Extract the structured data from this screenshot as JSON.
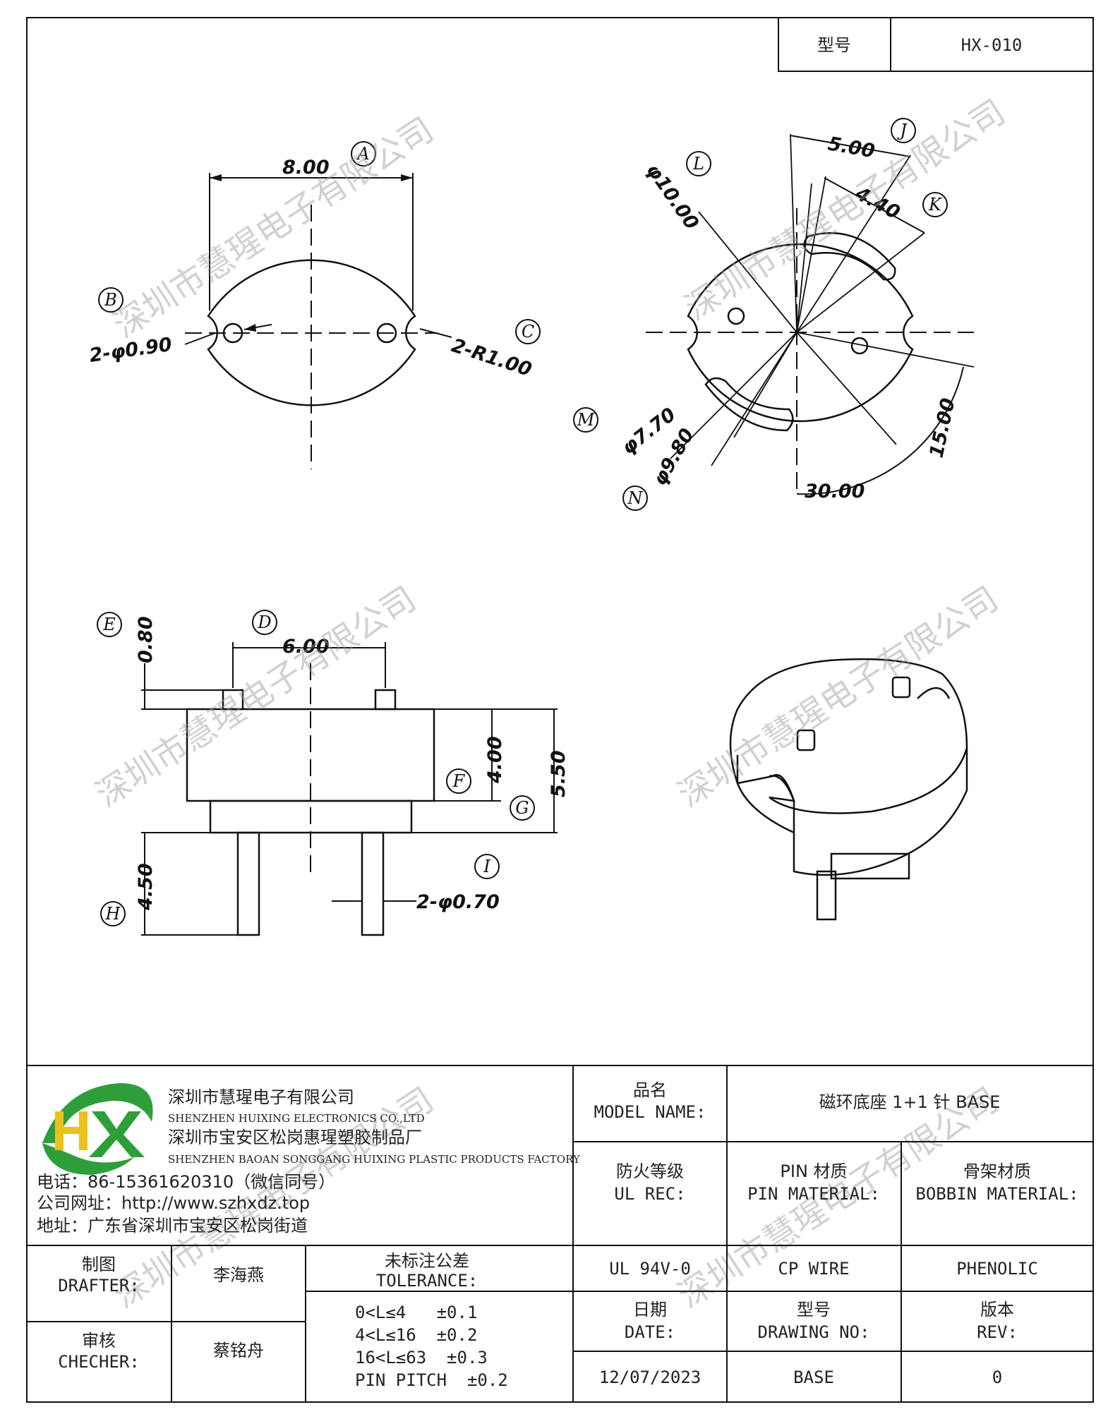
{
  "header": {
    "model_label": "型号",
    "model_value": "HX-010"
  },
  "drawing": {
    "top_view": {
      "dims": {
        "a": "8.00",
        "b": "2-φ0.90",
        "c": "2-R1.00"
      },
      "letters": {
        "a": "A",
        "b": "B",
        "c": "C"
      }
    },
    "bottom_view": {
      "dims": {
        "j": "5.00",
        "k": "4.40",
        "l": "φ10.00",
        "m_ang": "15.00",
        "n_ang": "30.00",
        "d1": "φ7.70",
        "d2": "φ9.80"
      },
      "letters": {
        "j": "J",
        "k": "K",
        "l": "L",
        "m": "M",
        "n": "N"
      }
    },
    "side_view": {
      "dims": {
        "d": "6.00",
        "e": "0.80",
        "f": "4.00",
        "g": "5.50",
        "h": "4.50",
        "i": "2-φ0.70"
      },
      "letters": {
        "d": "D",
        "e": "E",
        "f": "F",
        "g": "G",
        "h": "H",
        "i": "I"
      }
    }
  },
  "watermark": "深圳市慧瑆电子有限公司",
  "company": {
    "logo_text": "HX",
    "name_cn": "深圳市慧瑆电子有限公司",
    "name_en": "SHENZHEN HUIXING ELECTRONICS CO.,LTD",
    "factory_cn": "深圳市宝安区松岗惠瑆塑胶制品厂",
    "factory_en": "SHENZHEN BAOAN SONGGANG HUIXING PLASTIC PRODUCTS FACTORY",
    "phone": "电话：86-15361620310（微信同号）",
    "website": "公司网址：http://www.szhxdz.top",
    "address": "地址：广东省深圳市宝安区松岗街道"
  },
  "title_block": {
    "model_name_cn": "品名",
    "model_name_en": "MODEL NAME:",
    "model_name_value": "磁环底座 1+1 针 BASE",
    "ul_rec_cn": "防火等级",
    "ul_rec_en": "UL REC:",
    "pin_mat_cn": "PIN 材质",
    "pin_mat_en": "PIN MATERIAL:",
    "bobbin_mat_cn": "骨架材质",
    "bobbin_mat_en": "BOBBIN MATERIAL:",
    "ul_value": "UL 94V-0",
    "pin_value": "CP WIRE",
    "bobbin_value": "PHENOLIC",
    "date_cn": "日期",
    "date_en": "DATE:",
    "drawing_no_cn": "型号",
    "drawing_no_en": "DRAWING NO:",
    "rev_cn": "版本",
    "rev_en": "REV:",
    "date_value": "12/07/2023",
    "drawing_no_value": "BASE",
    "rev_value": "0",
    "drafter_cn": "制图",
    "drafter_en": "DRAFTER:",
    "drafter_name": "李海燕",
    "checker_cn": "审核",
    "checker_en": "CHECHER:",
    "checker_name": "蔡铭舟",
    "tolerance_cn": "未标注公差",
    "tolerance_en": "TOLERANCE:",
    "tolerances": [
      "0<L≤4   ±0.1",
      "4<L≤16  ±0.2",
      "16<L≤63  ±0.3",
      "PIN PITCH  ±0.2"
    ]
  },
  "colors": {
    "line": "#111111",
    "logo_green": "#2e9e3a",
    "logo_yellow": "#e9c21e",
    "watermark": "#9a9a9a"
  }
}
